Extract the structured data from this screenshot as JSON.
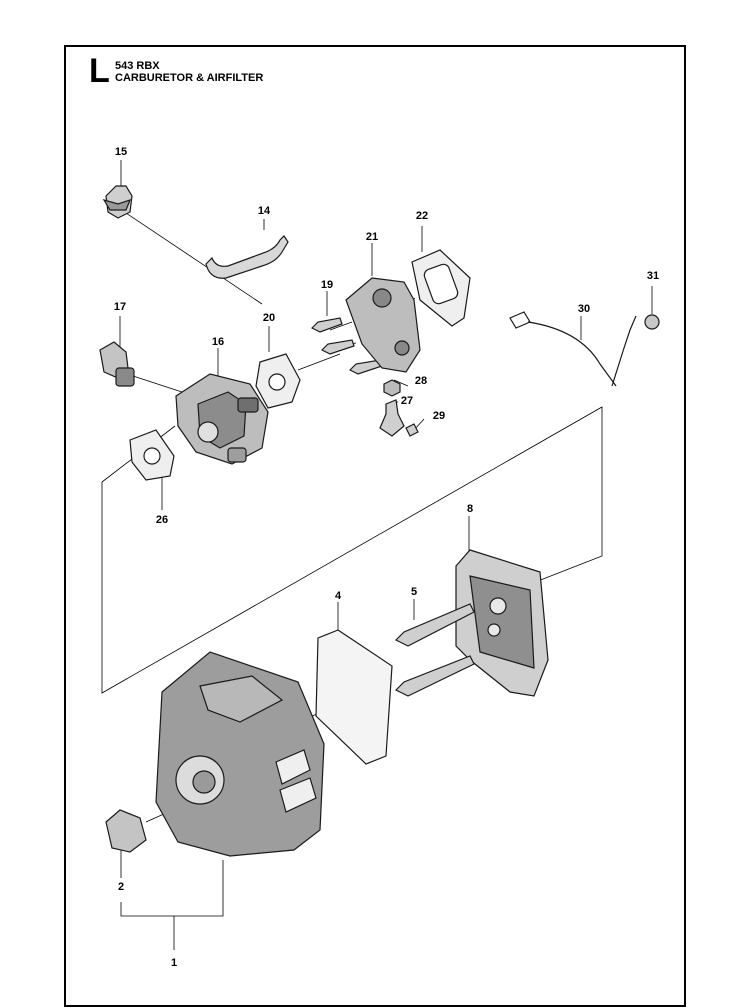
{
  "header": {
    "section_letter": "L",
    "model": "543 RBX",
    "title": "CARBURETOR & AIRFILTER"
  },
  "callouts": {
    "c1": "1",
    "c2": "2",
    "c4": "4",
    "c5": "5",
    "c8": "8",
    "c14": "14",
    "c15": "15",
    "c16": "16",
    "c17": "17",
    "c19": "19",
    "c20": "20",
    "c21": "21",
    "c22": "22",
    "c26": "26",
    "c27": "27",
    "c28": "28",
    "c29": "29",
    "c30": "30",
    "c31": "31"
  }
}
